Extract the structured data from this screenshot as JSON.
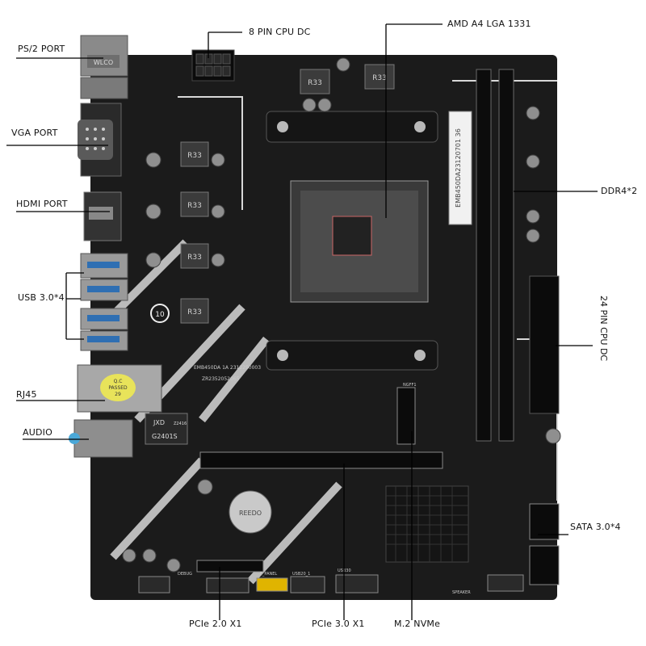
{
  "labels": {
    "ps2": "PS/2 PORT",
    "vga": "VGA PORT",
    "hdmi": "HDMI PORT",
    "usb": "USB 3.0*4",
    "rj45": "RJ45",
    "audio": "AUDIO",
    "cpu_pin": "8 PIN CPU DC",
    "socket": "AMD A4 LGA 1331",
    "ddr": "DDR4*2",
    "atx24": "24 PIN CPU DC",
    "sata": "SATA 3.0*4",
    "pcie2": "PCIe 2.0 X1",
    "pcie3": "PCIe 3.0 X1",
    "m2": "M.2 NVMe"
  },
  "board_text": {
    "ps2_port": "WLCO",
    "qc_line1": "Q.C",
    "qc_line2": "PASSED",
    "qc_line3": "29",
    "jxd": "JXD",
    "jxd_model": "G2401S",
    "jxd_code": "Z2416",
    "bios_chip": "REEDO",
    "model_sticker": "EMB450DA23120701 36",
    "silk_model": "EMB450DA 1A 2312250003",
    "silk_serial": "ZR2352052065",
    "cap_label": "R33",
    "ten_year": "10",
    "header_debug": "DEBUG",
    "header_fpanel": "F_PANEL",
    "header_usb20": "USB20_1",
    "header_usb30": "USB30",
    "header_speaker": "SPEAKER",
    "ngff": "NGFF1"
  },
  "colors": {
    "pcb": "#1b1b1b",
    "pcb_dark": "#0e0e0e",
    "silk": "#d8d8d8",
    "metal": "#b9b9b9",
    "line": "#000000"
  }
}
